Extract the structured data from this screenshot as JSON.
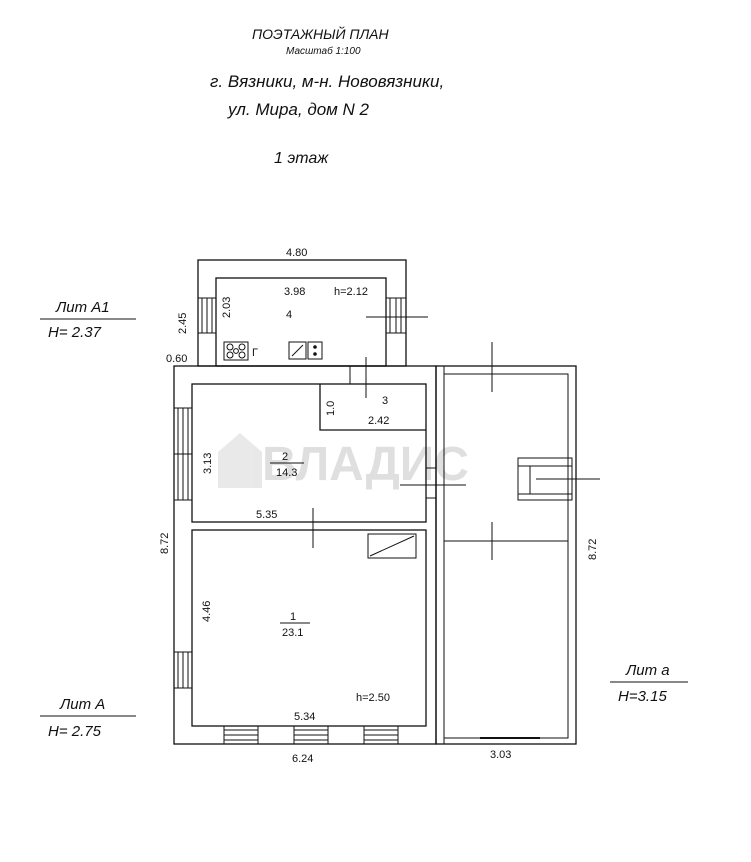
{
  "header": {
    "title": "ПОЭТАЖНЫЙ ПЛАН",
    "scale": "Масштаб  1:100",
    "address_line1": "г. Вязники, м-н. Нововязники,",
    "address_line2": "ул. Мира, дом N 2",
    "floor": "1 этаж"
  },
  "lit_labels": {
    "a1_name": "Лит А1",
    "a1_height": "H=  2.37",
    "a_name": "Лит А",
    "a_height": "H=  2.75",
    "a_small_name": "Лит а",
    "a_small_height": "H=3.15"
  },
  "dimensions": {
    "top_width": "4.80",
    "left_a1": "2.45",
    "inner_a1": "2.03",
    "room4_width": "3.98",
    "room4_height": "h=2.12",
    "offset": "0.60",
    "room3_depth": "1.0",
    "room3_width": "2.42",
    "room2_depth": "3.13",
    "room2_width": "5.35",
    "left_total": "8.72",
    "right_total": "8.72",
    "room1_depth": "4.46",
    "room1_inner_width": "5.34",
    "room1_height": "h=2.50",
    "bottom_width": "6.24",
    "veranda_width": "3.03"
  },
  "rooms": {
    "r4_number": "4",
    "r3_number": "3",
    "r2_number": "2",
    "r2_area": "14.3",
    "r1_number": "1",
    "r1_area": "23.1"
  },
  "fixtures": {
    "stove_letter": "Г"
  },
  "watermark": {
    "text": "ВЛАДИС"
  }
}
